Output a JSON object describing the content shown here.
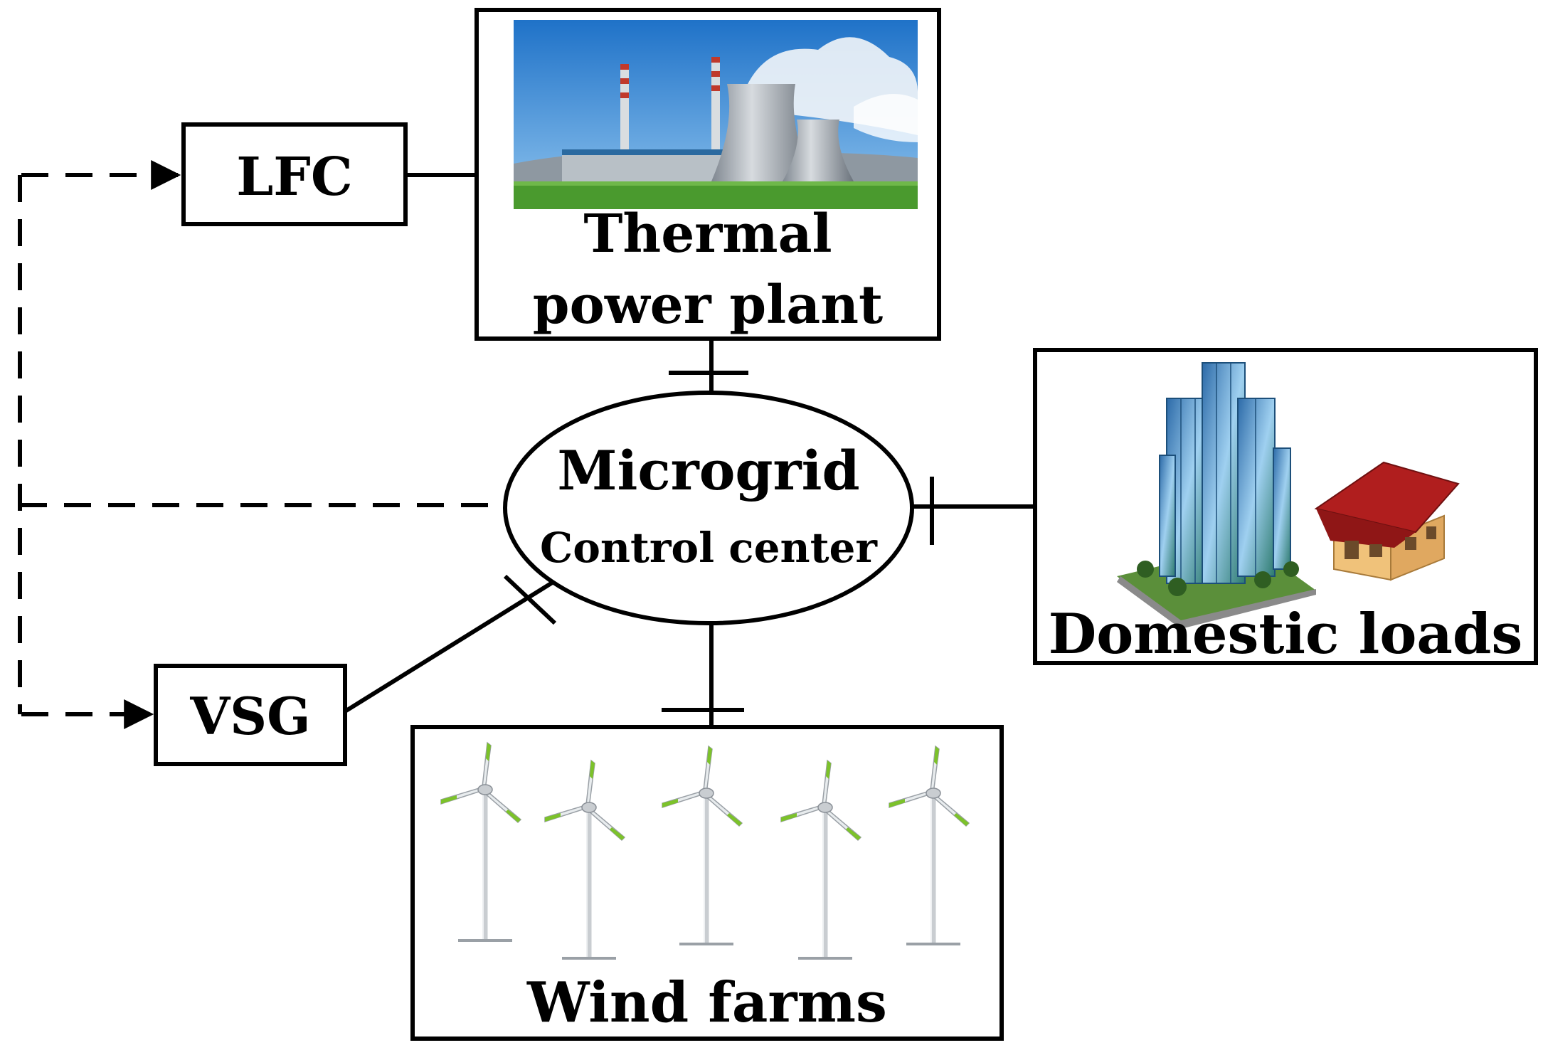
{
  "nodes": {
    "lfc": {
      "label": "LFC"
    },
    "vsg": {
      "label": "VSG"
    },
    "thermal": {
      "line1": "Thermal",
      "line2": "power plant"
    },
    "control": {
      "line1": "Microgrid",
      "line2": "Control center"
    },
    "domestic": {
      "label": "Domestic loads"
    },
    "wind": {
      "label": "Wind farms"
    }
  },
  "icons": [
    "thermal-plant-photo",
    "office-tower-icon",
    "house-icon",
    "wind-turbine-icon"
  ],
  "colors": {
    "line": "#000000",
    "sky": "#3d8fd6",
    "grass": "#4a9a2e",
    "house_roof": "#b01e1e",
    "house_wall": "#f0c27a",
    "turbine_accent": "#7cc22a"
  }
}
